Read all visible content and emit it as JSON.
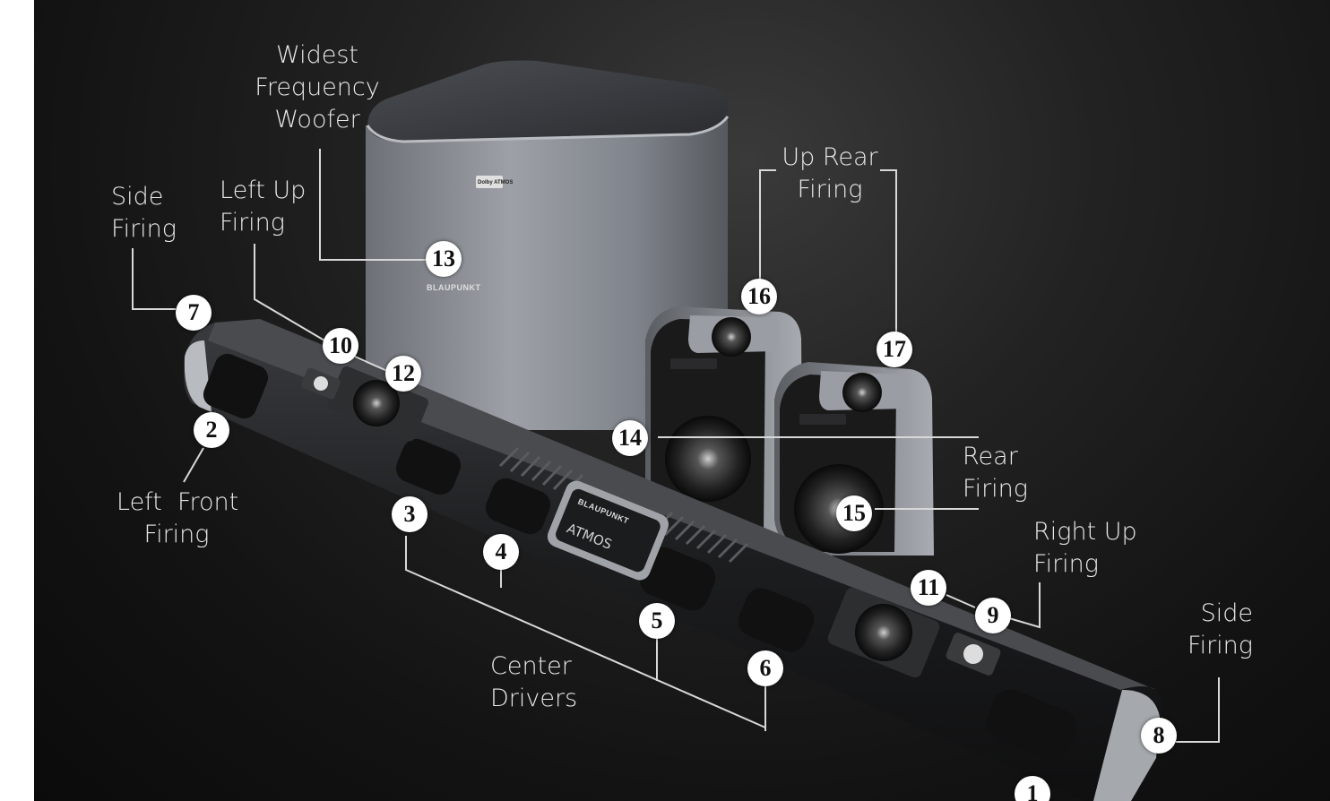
{
  "labels": {
    "woofer": "Widest\nFrequency\nWoofer",
    "side_firing_left": "Side\nFiring",
    "left_up_firing": "Left Up\nFiring",
    "up_rear_firing": "Up Rear\nFiring",
    "rear_firing": "Rear\nFiring",
    "left_front_firing": "Left  Front\nFiring",
    "right_up_firing": "Right Up\nFiring",
    "side_firing_right": "Side\nFiring",
    "center_drivers": "Center\nDrivers"
  },
  "badges": {
    "b1": "1",
    "b2": "2",
    "b3": "3",
    "b4": "4",
    "b5": "5",
    "b6": "6",
    "b7": "7",
    "b8": "8",
    "b9": "9",
    "b10": "10",
    "b11": "11",
    "b12": "12",
    "b13": "13",
    "b14": "14",
    "b15": "15",
    "b16": "16",
    "b17": "17"
  },
  "product": {
    "brand": "BLAUPUNKT",
    "atmos": "ATMOS",
    "dolby": "Dolby ATMOS"
  },
  "colors": {
    "background": "#131313",
    "label_text": "#e8e8e8",
    "badge_fill": "#ffffff",
    "woofer_body": "#8a8e94",
    "soundbar_body": "#2a2a2c"
  }
}
